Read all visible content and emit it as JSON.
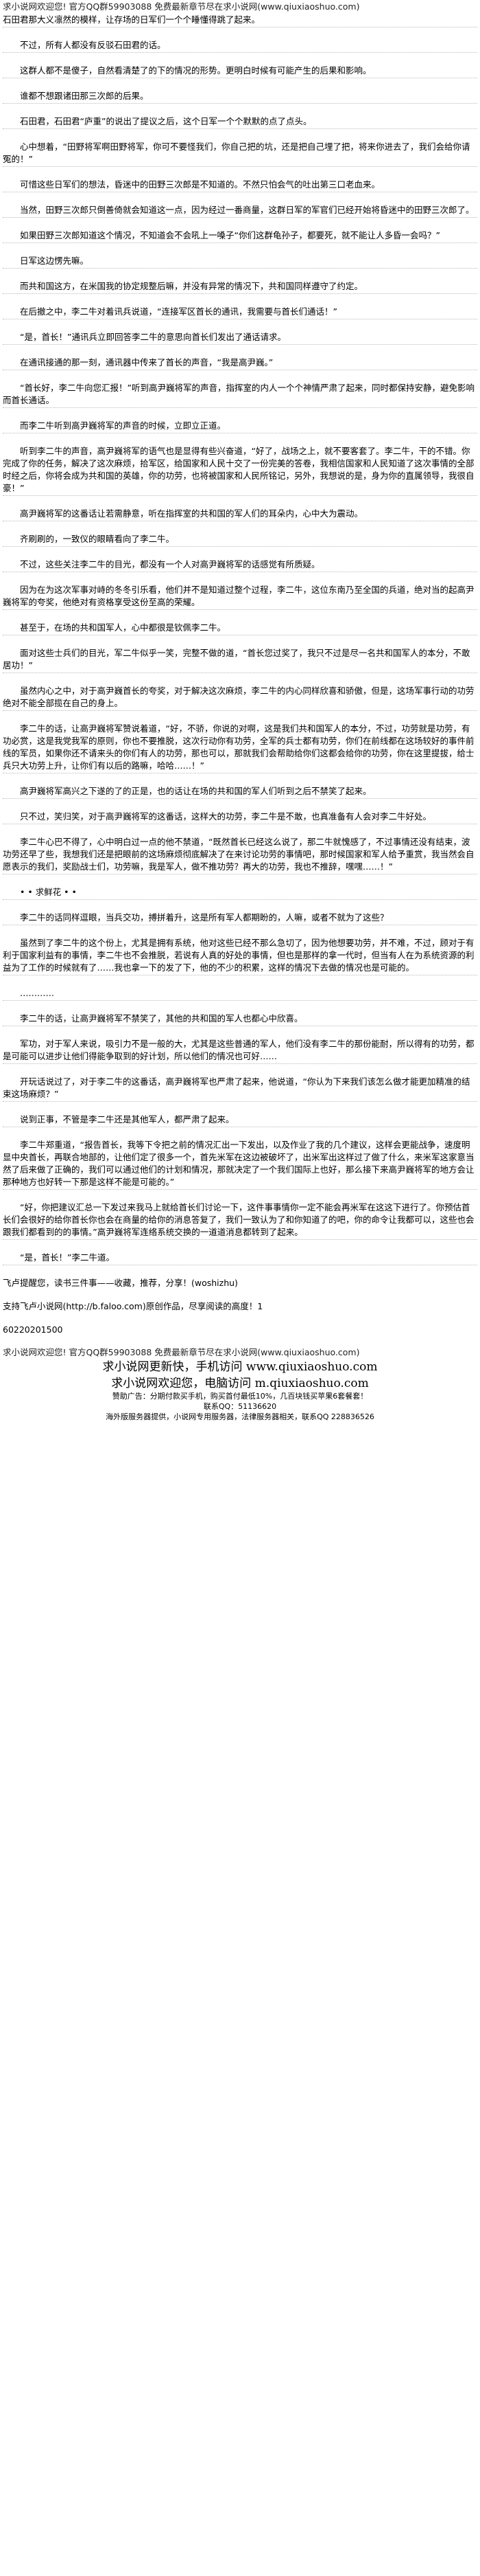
{
  "header": {
    "banner": "求小说网欢迎您! 官方QQ群59903088 免费最新章节尽在求小说网(www.qiuxiaoshuo.com)"
  },
  "paragraphs": [
    "石田君那大义凛然的模样，让存场的日军们一个个睡懂得跳了起来。",
    "不过，所有人都没有反驳石田君的话。",
    "这群人都不是傻子，自然看清楚了的下的情况的形势。更明白时候有可能产生的后果和影响。",
    "谁都不想跟诸田那三次郎的后果。",
    "石田君，石田君“庐重”的说出了提议之后，这个日军一个个默默的点了点头。",
    "心中想着，“田野将军啊田野将军，你可不要怪我们，你自己把的坑，还是把自己埋了把，将来你进去了，我们会给你请冤的！”",
    "可惜这些日军们的想法，昏迷中的田野三次郎是不知道的。不然只怕会气的吐出第三口老血来。",
    "当然，田野三次郎只倒善倚就会知道这一点，因为经过一番商量，这群日军的军官们已经开始将昏迷中的田野三次郎了。",
    "如果田野三次郎知道这个情况，不知道会不会吼上一嗓子“你们这群龟孙子，都要死，就不能让人多昏一会吗？”",
    "日军这边愣先嘛。",
    "而共和国这方，在米国我的协定规整后嘛，并没有异常的情况下，共和国同样遵守了约定。",
    "在后撤之中，李二牛对着讯兵说道，“连接军区首长的通讯，我需要与首长们通话！”",
    "“是，首长！”通讯兵立即回答李二牛的意思向首长们发出了通话请求。",
    "在通讯接通的那一刻，通讯器中传来了首长的声音，“我是高尹巍。”",
    "“首长好，李二牛向您汇报！”听到高尹巍将军的声音，指挥室的内人一个个神情严肃了起来，同时都保持安静，避免影响而首长通话。",
    "而李二牛听到高尹巍将军的声音的时候，立即立正道。",
    "听到李二牛的声音，高尹巍将军的语气也是显得有些兴奋道，“好了，战场之上，就不要客套了。李二牛，干的不错。你完成了你的任务，解决了这次麻烦，拾军区，给国家和人民十交了一份完美的答卷，我相信国家和人民知道了这次事情的全部时经之后，你将会成为共和国的英雄，你的功劳，也将被国家和人民所铭记，另外，我想说的是，身为你的直属领导，我很自豪！”",
    "高尹巍将军的这番话让若需静意，听在指挥室的共和国的军人们的耳朵内，心中大为震动。",
    "齐刷刷的，一致仪的眼睛看向了李二牛。",
    "不过，这些关注李二牛的目光，都没有一个人对高尹巍将军的话感觉有所质疑。",
    "因为在为这次军事对峙的冬冬引乐看，他们并不是知道过整个过程，李二牛，这位东南乃至全国的兵道，绝对当的起高尹巍将军的夸奖，他绝对有资格享受这份至高的荣耀。",
    "甚至于，在场的共和国军人，心中都很是钦佩李二牛。",
    "面对这些士兵们的目光，军二牛似乎一笑，完整不做的道，“首长您过奖了，我只不过是尽一名共和国军人的本分，不敢居功！”",
    "虽然内心之中，对于高尹巍首长的夸奖，对于解决这次麻烦，李二牛的内心同样欣喜和骄傲，但是，这场军事行动的功劳绝对不能全部揽在自己的身上。",
    "李二牛的话，让高尹巍将军赞说着道，“好，不骄，你说的对啊，这是我们共和国军人的本分，不过，功劳就是功劳，有功必赏，这是我党我军的原则，你也不要推脱，这次行动你有功劳，全军的兵士都有功劳，你们在前线都在这场较好的事件前线的军员，如果你还不请来头的你们有人的功劳，那也可以，那就我们会帮助给你们这都会给你的功劳，你在这里提拔，给士兵只大功劳上升，让你们有以后的路嘛，哈哈……！”",
    "高尹巍将军高兴之下遂的了的正是，也的话让在场的共和国的军人们听到之后不禁笑了起来。",
    "只不过，笑归笑，对于高尹巍将军的这番话，这样大的功劳，李二牛是不敢，也真准备有人会对李二牛好处。",
    "李二牛心巴不得了，心中明白过一点的他不禁道，“既然首长已经这么说了，那二牛就愧感了，不过事情还没有结束，波功劳还早了些，我想我们还是把眼前的这场麻烦彻底解决了在来讨论功劳的事情吧，那时候国家和军人给予重赏，我当然会自愿表示的我们，奖励战士们，功劳嘛，我是军人，做不推功劳？再大的功劳，我也不推辞，嘿嘿……！”",
    "• • 求鲜花 • •",
    "李二牛的话同样逗眼，当兵交功，搏拼着升，这是所有军人都期盼的，人嘛，或者不就为了这些？",
    "虽然到了李二牛的这个份上，尤其是拥有系统，他对这些已经不那么急切了，因为他想要功劳，并不难，不过，顾对于有利于国家利益有的事情，李二牛也不会推脱，若说有人真的好处的事情，但也是那样的拿一代时，但当有人在为系统资源的利益为了工作的时候就有了……我也拿一下的发了下，他的不少的积累，这样的情况下去做的情况也是可能的。",
    "…………",
    "李二牛的话，让高尹巍将军不禁笑了，其他的共和国的军人也都心中欣喜。",
    "军功，对于军人来说，吸引力不是一般的大，尤其是这些普通的军人，他们没有李二牛的那份能耐，所以得有的功劳，都是可能可以进步让他们得能争取到的好计划，所以他们的情况也可好……",
    "开玩话说过了，对于李二牛的这番话，高尹巍将军也严肃了起来，他说道，“你认为下来我们该怎么做才能更加精准的结束这场麻烦？”",
    "说到正事，不管是李二牛还是其他军人，都严肃了起来。",
    "李二牛郑重道，“报告首长，我等下令把之前的情况汇出一下发出，以及作业了我的几个建议，这样会更能战争，速度明显中央首长，再联合地部的，让他们定了很多一个，首先米军在这边被破坏了，出米军出这样过了做了什么，来米军这家意当然了后来做了正确的，我们可以通过他们的计划和情况，那就决定了一个我们国际上也好，那么接下来高尹巍将军的地方会让那种地方也好转一下那是这样不能是可能的。”",
    "“好，你把建议汇总一下发过来我马上就给首长们讨论一下，这件事事情你一定不能会再米军在这这下进行了。你预估首长们会很好的给你首长你也会在商量的给你的消息答复了，我们一致认为了和你知道了的吧，你的命令让我都可以，这些也会跟我们都看到的的事情。”高尹巍将军连络系统交换的一道道消息都转到了起来。",
    "“是，首长！”李二牛道。",
    "飞卢提醒您，读书三件事——收藏，推荐，分享！(woshizhu)",
    "支持飞卢小说网(http://b.faloo.com)原创作品，尽享阅读的高度！1",
    "60220201500"
  ],
  "footer": {
    "banner": "求小说网欢迎您! 官方QQ群59903088 免费最新章节尽在求小说网(www.qiuxiaoshuo.com)",
    "line1": "求小说网更新快，手机访问 www.qiuxiaoshuo.com",
    "line2": "求小说网欢迎您，电脑访问 m.qiuxiaoshuo.com",
    "line3": "赞助广告：分期付款买手机，购买首付最低10%，几百块钱买苹果6套餐套！",
    "line4": "联系QQ：51136620",
    "line5": "海外版服务器提供，小说网专用服务器，法律服务器相关，联系QQ 228836526"
  }
}
